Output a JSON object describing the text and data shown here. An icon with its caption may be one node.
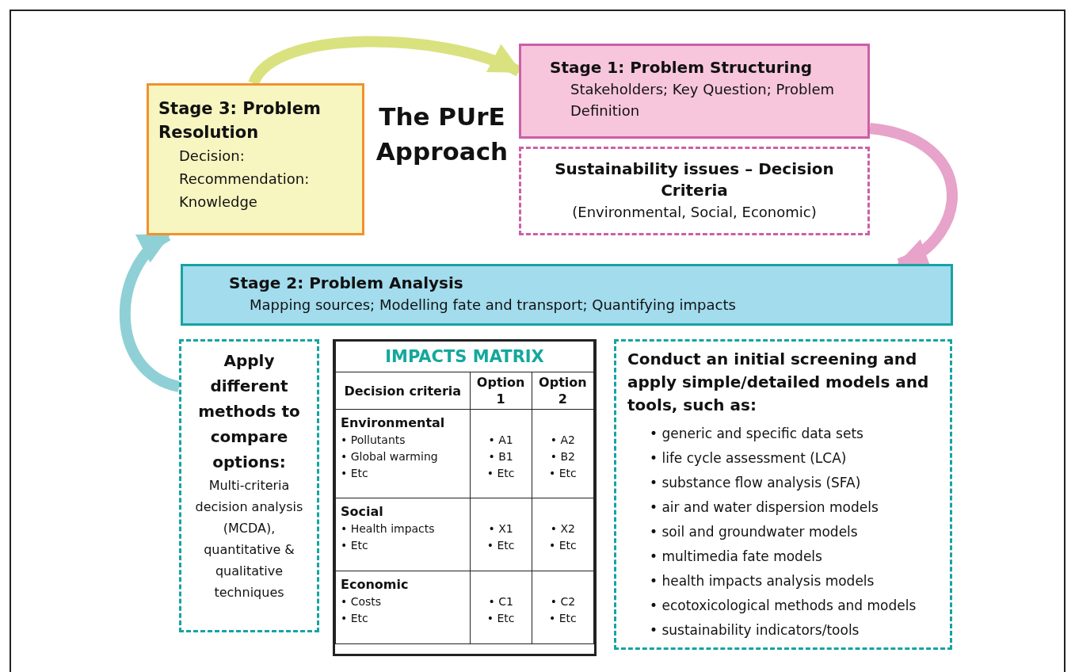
{
  "diagram": {
    "title": "The PUrE Approach",
    "nodes": [
      {
        "text": [
          "Stage 3: Problem Resolution",
          "Decision: Recommendation: Knowledge"
        ]
      },
      {
        "text": [
          "Stage 1: Problem Structuring",
          "Stakeholders; Key Question; Problem Definition"
        ]
      },
      {
        "text": [
          "Sustainability issues – Decision Criteria",
          "(Environmental, Social, Economic)"
        ]
      },
      {
        "text": [
          "Stage 2: Problem Analysis",
          "Mapping sources; Modelling fate and transport; Quantifying impacts"
        ]
      },
      {
        "text": [
          "Apply different methods to compare options:",
          "Multi-criteria decision analysis (MCDA), quantitative & qualitative techniques"
        ]
      },
      {
        "text": [
          "IMPACTS MATRIX"
        ]
      },
      {
        "text": [
          "Conduct an initial screening and apply simple/detailed models and tools, such as:",
          "• generic and specific data sets",
          "• life cycle assessment (LCA)",
          "• substance flow analysis (SFA)",
          "• air and water dispersion models",
          "• soil and groundwater models",
          "• multimedia fate models",
          "• health impacts analysis models",
          "• ecotoxicological methods and models",
          "• sustainability indicators/tools"
        ]
      }
    ],
    "edges": [
      {
        "from": 0,
        "to": 1,
        "arrow": "to",
        "color": "#d9e27f"
      },
      {
        "from": 1,
        "to": 3,
        "arrow": "to",
        "color": "#e7a3c9"
      },
      {
        "from": 4,
        "to": 0,
        "arrow": "to",
        "color": "#8fd0d6"
      }
    ],
    "labels": [
      "Decision criteria",
      "Option 1",
      "Option 2",
      "Environmental",
      "• Pollutants",
      "• Global warming",
      "• Etc",
      "• A1",
      "• B1",
      "• Etc",
      "• A2",
      "• B2",
      "• Etc",
      "Social",
      "• Health impacts",
      "• Etc",
      "• X1",
      "• Etc",
      "• X2",
      "• Etc",
      "Economic",
      "• Costs",
      "• Etc",
      "• C1",
      "• Etc",
      "• C2",
      "• Etc"
    ]
  }
}
